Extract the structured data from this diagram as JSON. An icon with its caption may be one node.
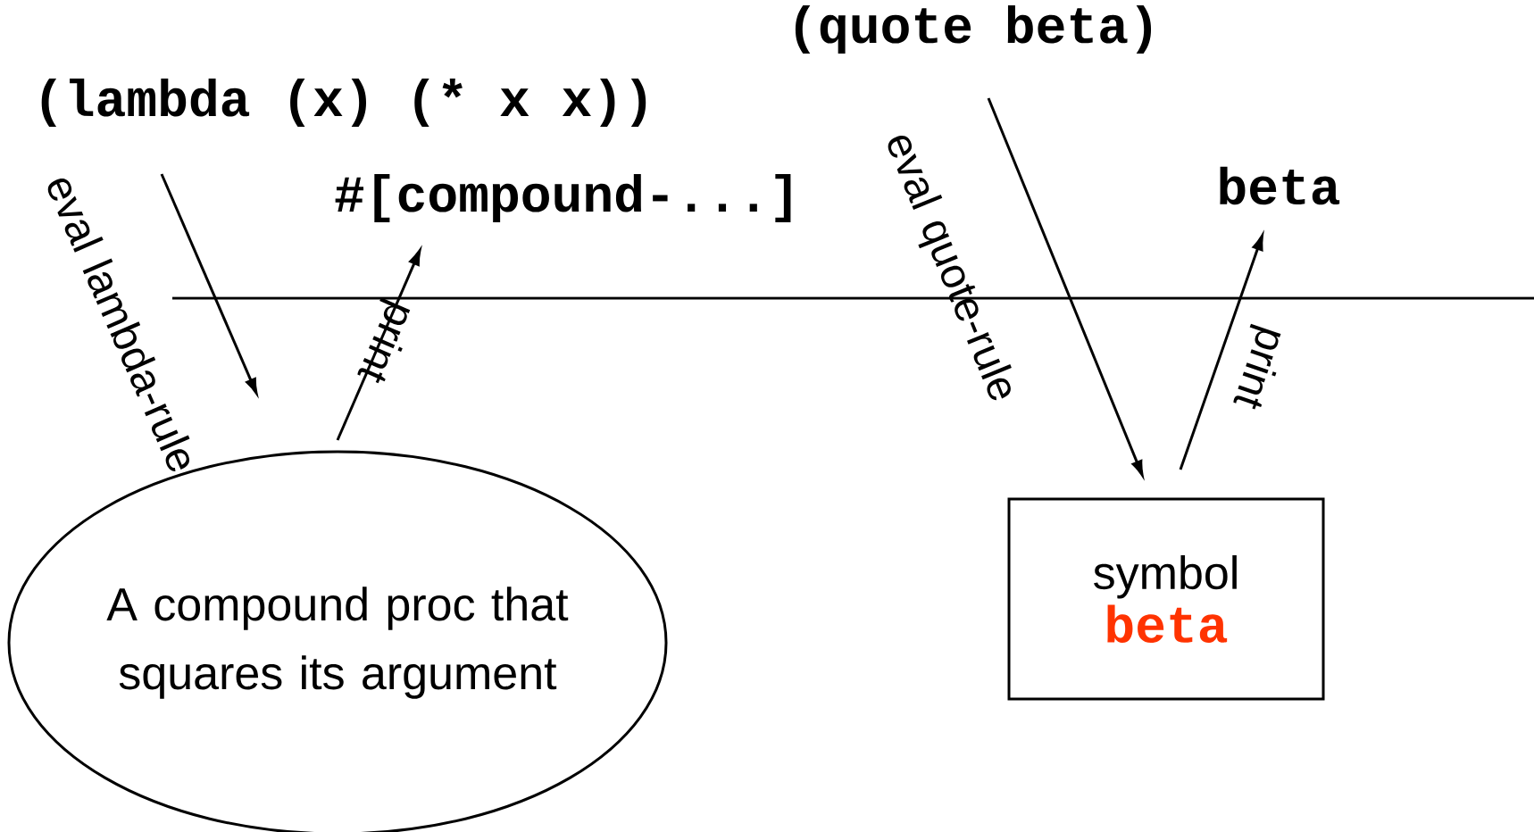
{
  "diagram": {
    "nodes": [
      {
        "text": [
          "(lambda (x) (* x x))"
        ]
      },
      {
        "text": [
          "#[compound-...]"
        ]
      },
      {
        "text": [
          "A compound proc that squares its argument"
        ]
      },
      {
        "text": [
          "(quote beta)"
        ]
      },
      {
        "text": [
          "beta"
        ]
      },
      {
        "text": [
          "symbol",
          "beta"
        ]
      }
    ],
    "edges": [
      {
        "from": 0,
        "to": 2,
        "arrow": "to",
        "label": "eval lambda-rule"
      },
      {
        "from": 2,
        "to": 1,
        "arrow": "to",
        "label": "print"
      },
      {
        "from": 3,
        "to": 5,
        "arrow": "to",
        "label": "eval quote-rule"
      },
      {
        "from": 5,
        "to": 4,
        "arrow": "to",
        "label": "print"
      }
    ]
  }
}
